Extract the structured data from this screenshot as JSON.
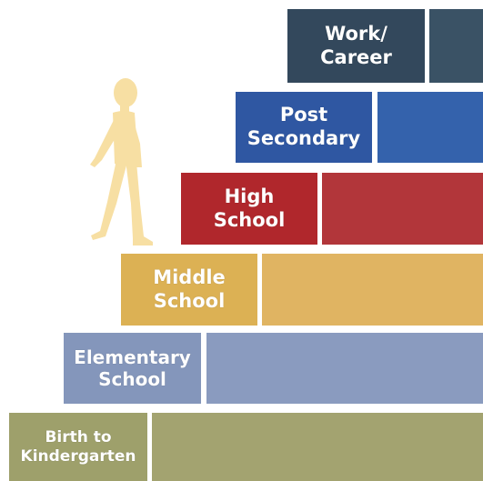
{
  "steps": [
    {
      "id": "work",
      "line1": "Work/",
      "line2": "Career",
      "color": "#33485c",
      "color_light": "#3a5265"
    },
    {
      "id": "post",
      "line1": "Post",
      "line2": "Secondary",
      "color": "#2f57a2",
      "color_light": "#3462ac"
    },
    {
      "id": "high",
      "line1": "High",
      "line2": "School",
      "color": "#b0272c",
      "color_light": "#b2363a"
    },
    {
      "id": "middle",
      "line1": "Middle",
      "line2": "School",
      "color": "#dcb154",
      "color_light": "#e0b462"
    },
    {
      "id": "elementary",
      "line1": "Elementary",
      "line2": "School",
      "color": "#8496bb",
      "color_light": "#8a9bbf"
    },
    {
      "id": "birth",
      "line1": "Birth to",
      "line2": "Kindergarten",
      "color": "#9ea06b",
      "color_light": "#a3a370"
    }
  ],
  "figure": {
    "color": "#f7dfa3",
    "icon": "walking-child-icon"
  }
}
